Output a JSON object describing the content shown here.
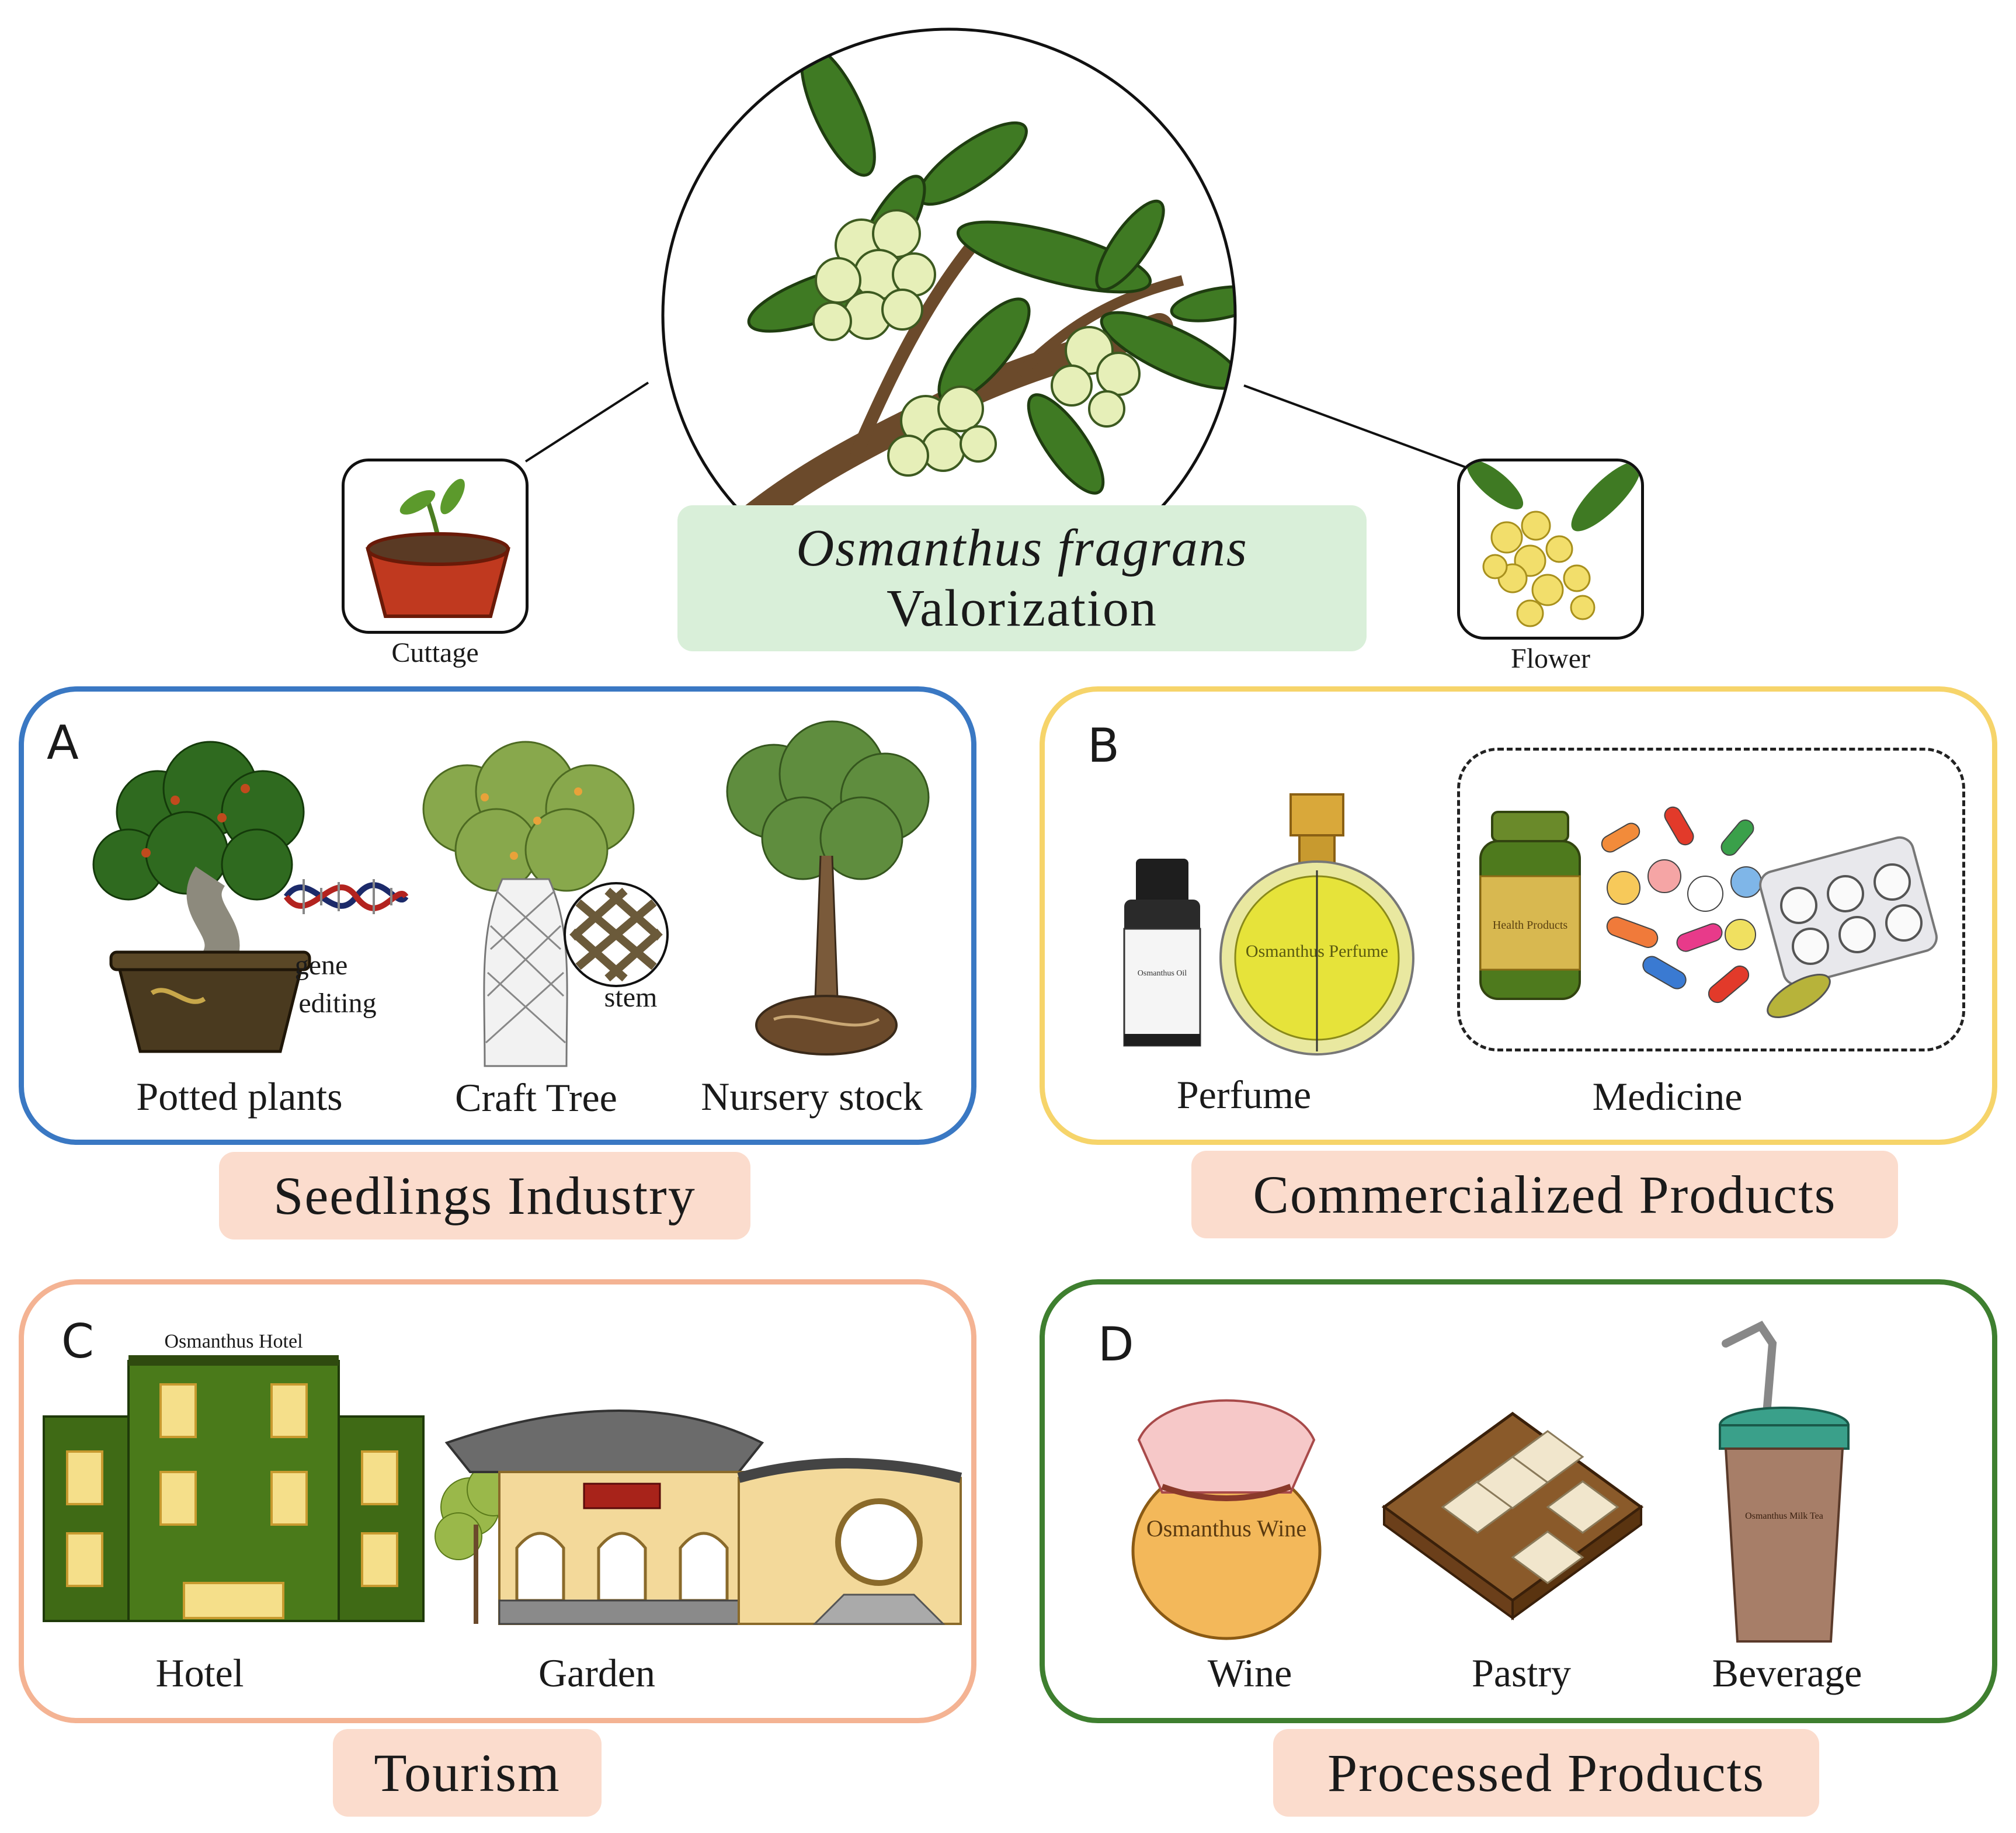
{
  "center": {
    "title_italic": "Osmanthus fragrans",
    "title_sub": "Valorization"
  },
  "left_thumb": {
    "label": "Cuttage"
  },
  "right_thumb": {
    "label": "Flower"
  },
  "panels": {
    "A": {
      "letter": "A",
      "items": [
        "Potted plants",
        "Craft  Tree",
        "Nursery  stock"
      ],
      "annotations": {
        "gene": "gene",
        "editing": "editing",
        "stem": "stem"
      },
      "banner": "Seedlings  Industry",
      "color": "#3a78c3"
    },
    "B": {
      "letter": "B",
      "items": [
        "Perfume",
        "Medicine"
      ],
      "annotations": {
        "oil": "Osmanthus Oil",
        "perfume": "Osmanthus Perfume",
        "health": "Health Products"
      },
      "banner": "Commercialized  Products",
      "color": "#f6d46a"
    },
    "C": {
      "letter": "C",
      "items": [
        "Hotel",
        "Garden"
      ],
      "annotations": {
        "hotel_sign": "Osmanthus Hotel"
      },
      "banner": "Tourism",
      "color": "#f4b393"
    },
    "D": {
      "letter": "D",
      "items": [
        "Wine",
        "Pastry",
        "Beverage"
      ],
      "annotations": {
        "wine": "Osmanthus Wine",
        "tea": "Osmanthus Milk Tea"
      },
      "banner": "Processed  Products",
      "color": "#3e7f2f"
    }
  },
  "colors": {
    "center_banner": "#d9efd9",
    "lower_banner": "#fbdccd",
    "leaf": "#3f7a23",
    "flower": "#e6efb8"
  }
}
